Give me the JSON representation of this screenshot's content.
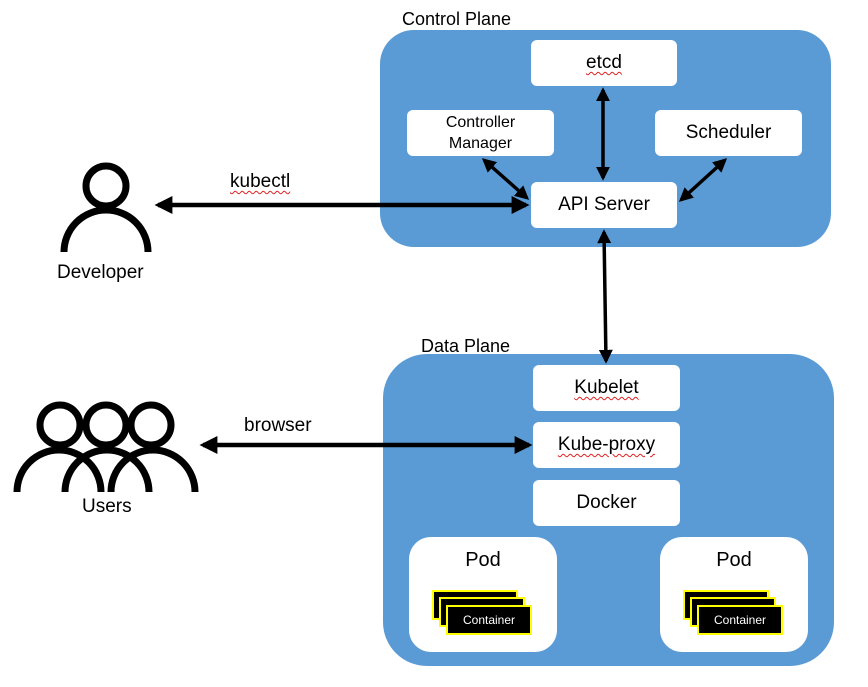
{
  "control_plane": {
    "title": "Control Plane",
    "components": {
      "etcd": "etcd",
      "controller_manager": "Controller Manager",
      "controller_manager_line1": "Controller",
      "controller_manager_line2": "Manager",
      "scheduler": "Scheduler",
      "api_server": "API Server"
    }
  },
  "data_plane": {
    "title": "Data Plane",
    "components": {
      "kubelet": "Kubelet",
      "kube_proxy": "Kube-proxy",
      "docker": "Docker"
    },
    "pods": [
      {
        "label": "Pod",
        "container_label": "Container"
      },
      {
        "label": "Pod",
        "container_label": "Container"
      }
    ]
  },
  "actors": {
    "developer": {
      "label": "Developer",
      "icon": "person-icon"
    },
    "users": {
      "label": "Users",
      "icon": "group-icon"
    }
  },
  "connections": {
    "developer_to_api": "kubectl",
    "users_to_kube_proxy": "browser"
  },
  "colors": {
    "plane_fill": "#5b9bd5",
    "box_fill": "#ffffff",
    "container_fill": "#000000",
    "container_border": "#ffff00",
    "spellcheck": "#e02020"
  }
}
